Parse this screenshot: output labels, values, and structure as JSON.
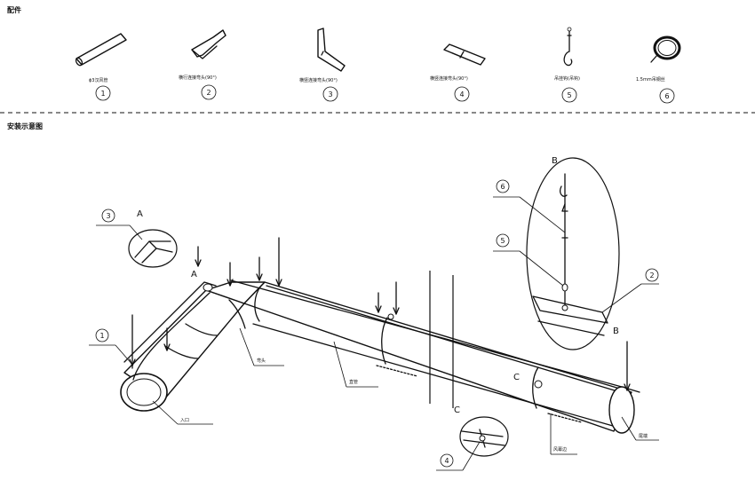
{
  "sections": {
    "parts_title": "配件",
    "install_title": "安装示意图"
  },
  "parts": [
    {
      "num": "1",
      "label": "ϕ3汉风管"
    },
    {
      "num": "2",
      "label": "横行连接弯头(90°)"
    },
    {
      "num": "3",
      "label": "横竖连接弯头(90°)"
    },
    {
      "num": "4",
      "label": "横竖连接弯头(90°)"
    },
    {
      "num": "5",
      "label": "吊挂钩(吊钩)"
    },
    {
      "num": "6",
      "label": "1.5mm吊钢丝"
    }
  ],
  "callouts": {
    "c1": "1",
    "c2": "2",
    "c3": "3",
    "c4": "4",
    "c5": "5",
    "c6": "6"
  },
  "details": {
    "A": "A",
    "B": "B",
    "C": "C"
  },
  "labels": {
    "inlet": "入口",
    "elbow": "弯头",
    "straight": "直管",
    "seam": "风幕边",
    "end": "尾端"
  }
}
